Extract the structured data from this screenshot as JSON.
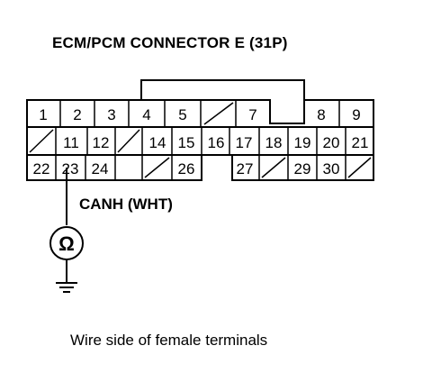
{
  "diagram": {
    "title": "ECM/PCM CONNECTOR E (31P)",
    "wire_label": "CANH (WHT)",
    "caption": "Wire side of female terminals",
    "meter_symbol": "Ω",
    "probe_terminal": "23",
    "rows": [
      [
        "1",
        "2",
        "3",
        "4",
        "5",
        "/",
        "7",
        "",
        "8",
        "9"
      ],
      [
        "/",
        "11",
        "12",
        "/",
        "14",
        "15",
        "16",
        "17",
        "18",
        "19",
        "20",
        "21"
      ],
      [
        "22",
        "23",
        "24",
        "/",
        "26",
        "",
        "27",
        "/",
        "29",
        "30",
        "/"
      ]
    ]
  }
}
